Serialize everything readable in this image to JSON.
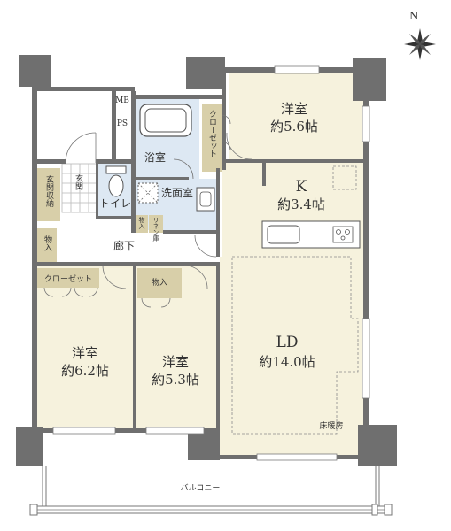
{
  "compass": {
    "label": "N"
  },
  "rooms": {
    "western_room_ne": {
      "name": "洋室",
      "size": "約5.6帖"
    },
    "kitchen": {
      "name": "K",
      "size": "約3.4帖"
    },
    "ld": {
      "name": "LD",
      "size": "約14.0帖"
    },
    "floor_heating": {
      "label": "床暖房"
    },
    "western_room_sw": {
      "name": "洋室",
      "size": "約6.2帖"
    },
    "western_room_s": {
      "name": "洋室",
      "size": "約5.3帖"
    },
    "bath": {
      "label": "浴室"
    },
    "washroom": {
      "label": "洗面室"
    },
    "toilet": {
      "label": "トイレ"
    },
    "entrance": {
      "label": "玄関"
    },
    "entrance_storage": {
      "label": "玄関収納"
    },
    "storage_left": {
      "label": "物入"
    },
    "storage_mid": {
      "label": "物入"
    },
    "storage_small": {
      "label": "物入"
    },
    "linen": {
      "label": "リネン庫"
    },
    "corridor": {
      "label": "廊下"
    },
    "closet_ne": {
      "label": "クローゼット"
    },
    "closet_sw": {
      "label": "クローゼット"
    },
    "mb": {
      "label": "MB"
    },
    "ps": {
      "label": "PS"
    },
    "balcony": {
      "label": "バルコニー"
    }
  },
  "colors": {
    "room_fill": "#f6f2dd",
    "wet_fill": "#dde8f3",
    "storage_fill": "#d8cfa9",
    "entrance_fill": "#ffffff",
    "wall": "#6f6f6f"
  }
}
